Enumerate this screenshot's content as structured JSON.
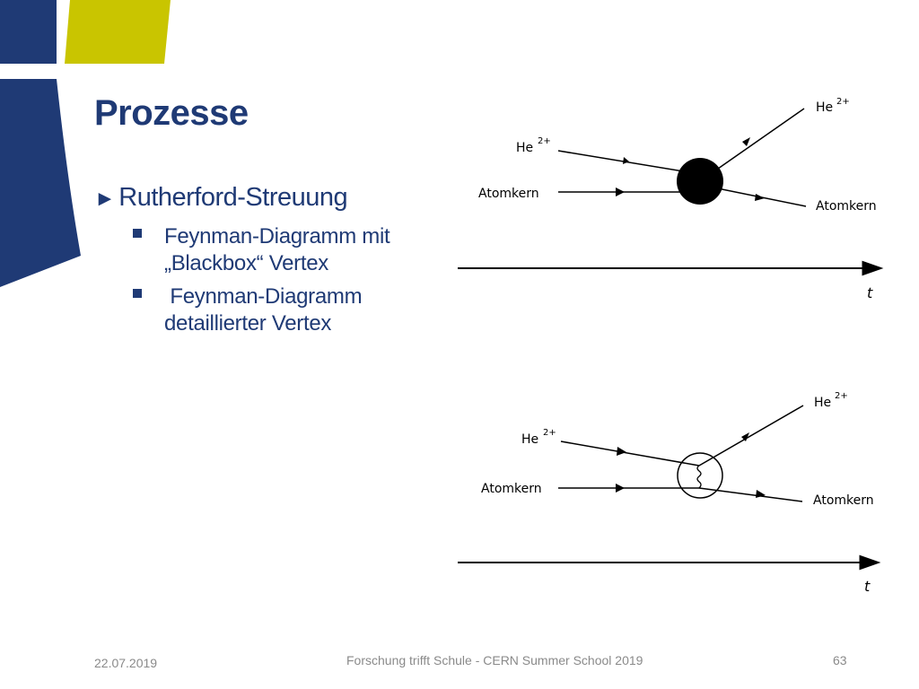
{
  "slide": {
    "title": "Prozesse",
    "bullet_main": "Rutherford-Streuung",
    "sub_bullets": [
      {
        "line1": "Feynman-Diagramm mit",
        "line2": "„Blackbox“ Vertex"
      },
      {
        "line1": " Feynman-Diagramm",
        "line2": "detaillierter Vertex"
      }
    ]
  },
  "diagram_top": {
    "in_particle": "He",
    "in_charge": "2+",
    "out_particle": "He",
    "out_charge": "2+",
    "in_nucleus": "Atomkern",
    "out_nucleus": "Atomkern",
    "time_label": "t",
    "vertex": "blackbox"
  },
  "diagram_bottom": {
    "in_particle": "He",
    "in_charge": "2+",
    "out_particle": "He",
    "out_charge": "2+",
    "in_nucleus": "Atomkern",
    "out_nucleus": "Atomkern",
    "time_label": "t",
    "vertex": "detailed"
  },
  "footer": {
    "date": "22.07.2019",
    "center": "Forschung trifft Schule - CERN Summer School 2019",
    "page": "63"
  },
  "colors": {
    "navy": "#1f3a75",
    "lime": "#c9c500",
    "footer_gray": "#8a8a8a"
  }
}
